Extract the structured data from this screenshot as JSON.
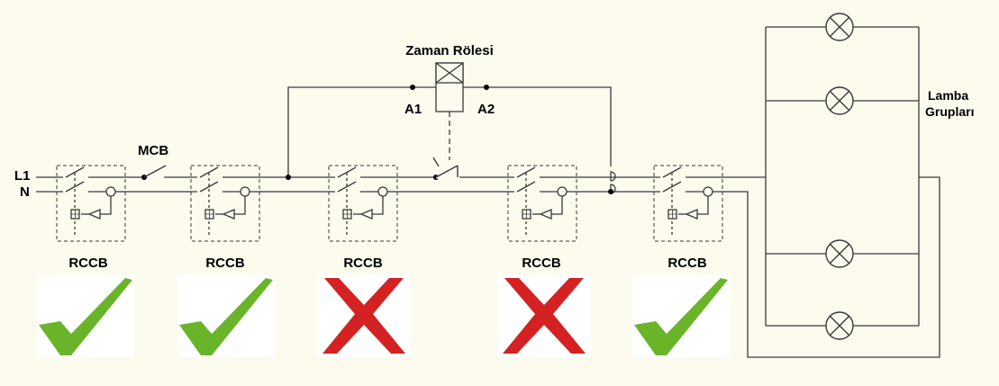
{
  "labels": {
    "l1": "L1",
    "n": "N",
    "mcb": "MCB",
    "relay": "Zaman Rölesi",
    "a1": "A1",
    "a2": "A2",
    "lamp_group_line1": "Lamba",
    "lamp_group_line2": "Grupları"
  },
  "rccbs": [
    {
      "label": "RCCB",
      "status": "check"
    },
    {
      "label": "RCCB",
      "status": "check"
    },
    {
      "label": "RCCB",
      "status": "cross"
    },
    {
      "label": "RCCB",
      "status": "cross"
    },
    {
      "label": "RCCB",
      "status": "check"
    }
  ],
  "colors": {
    "background": "#fcfbee",
    "wire": "#3a3a3a",
    "check": "#6ab42a",
    "cross": "#d42222"
  }
}
